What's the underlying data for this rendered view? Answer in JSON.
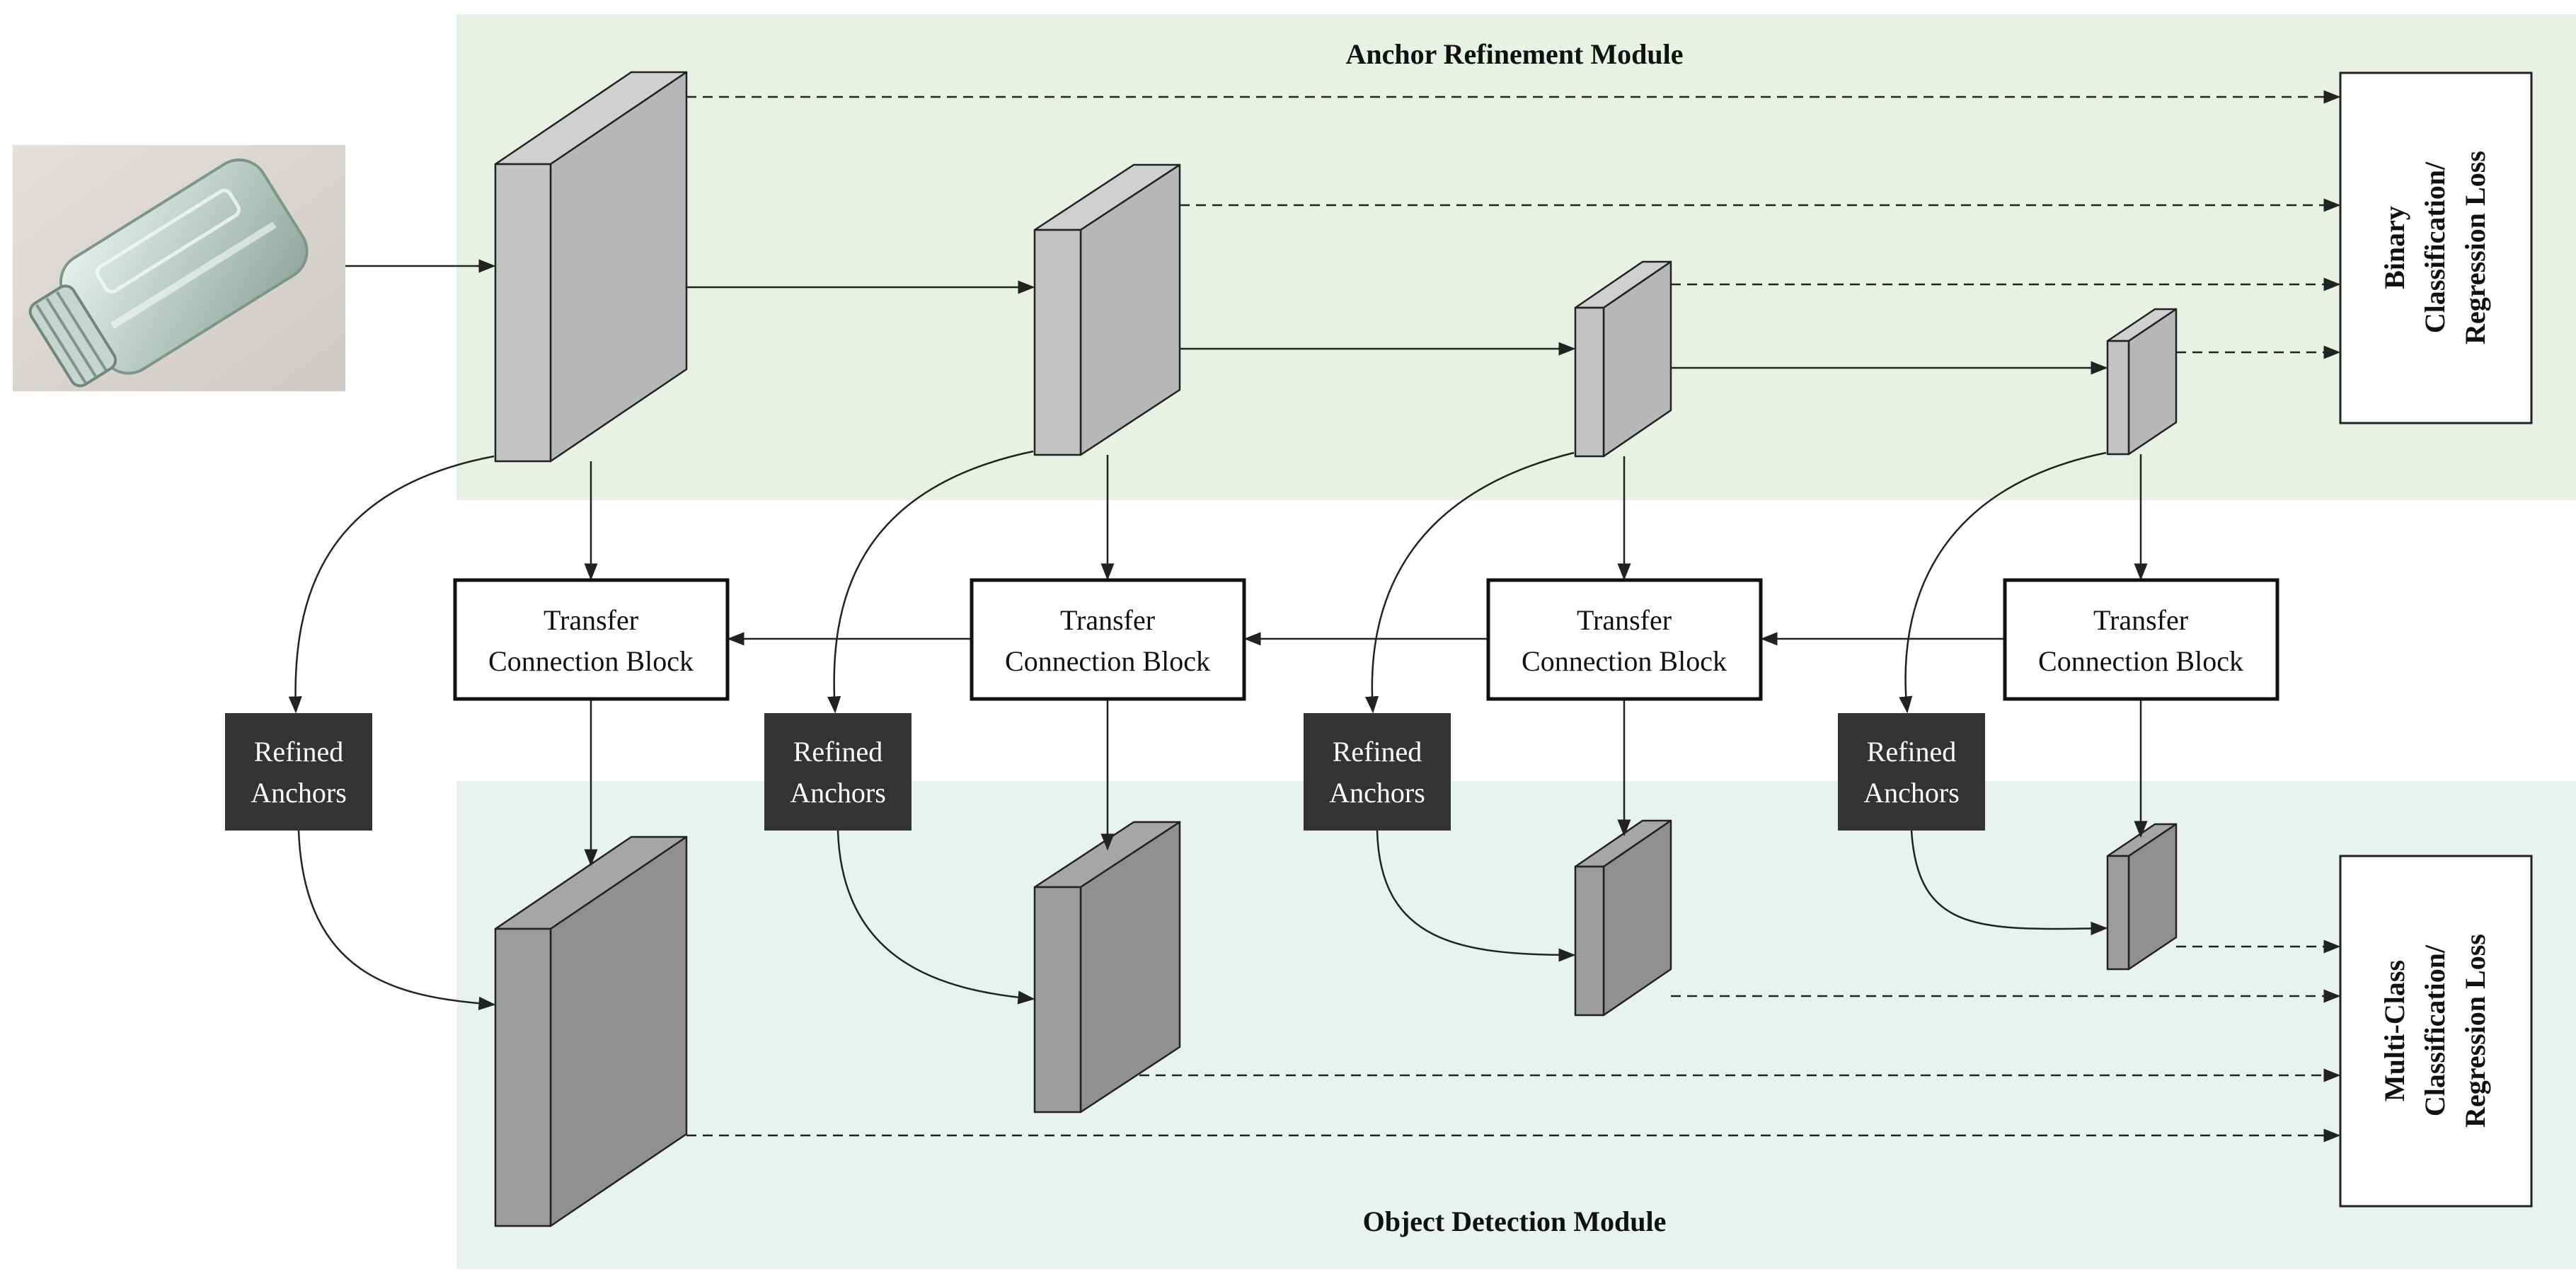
{
  "arm": {
    "title": "Anchor Refinement Module"
  },
  "odm": {
    "title": "Object Detection Module"
  },
  "tcb": [
    {
      "line1": "Transfer",
      "line2": "Connection Block"
    },
    {
      "line1": "Transfer",
      "line2": "Connection Block"
    },
    {
      "line1": "Transfer",
      "line2": "Connection Block"
    },
    {
      "line1": "Transfer",
      "line2": "Connection Block"
    }
  ],
  "refined": [
    {
      "line1": "Refined",
      "line2": "Anchors"
    },
    {
      "line1": "Refined",
      "line2": "Anchors"
    },
    {
      "line1": "Refined",
      "line2": "Anchors"
    },
    {
      "line1": "Refined",
      "line2": "Anchors"
    }
  ],
  "loss_top": {
    "line1": "Binary",
    "line2": "Classification/",
    "line3": "Regression Loss"
  },
  "loss_bottom": {
    "line1": "Multi-Class",
    "line2": "Classification/",
    "line3": "Regression Loss"
  },
  "colors": {
    "arm_bg": "#e8f1e3",
    "odm_bg": "#e8f2ef",
    "arm_front": "#c3c3c3",
    "arm_side": "#b7b7b7",
    "arm_top": "#d0d0d0",
    "odm_front": "#9c9c9c",
    "odm_side": "#909090",
    "odm_top": "#a6a6a6",
    "refined_fill": "#333333"
  }
}
